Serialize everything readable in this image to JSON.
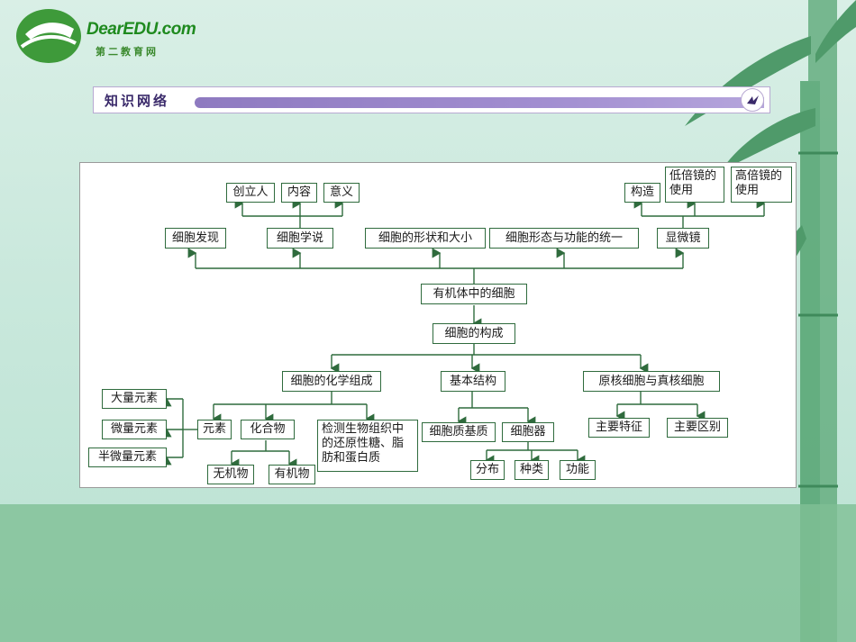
{
  "logo": {
    "text": "DearEDU.com",
    "subtitle": "第二教育网"
  },
  "banner": {
    "title": "知识网络"
  },
  "colors": {
    "line": "#2f6b3d",
    "banner_bar": "#9a86cc",
    "bamboo": "#4f9a6a"
  },
  "diagram": {
    "top": {
      "creator": "创立人",
      "content": "内容",
      "meaning": "意义",
      "structure": "构造",
      "low_power": "低倍镜的\n使用",
      "high_power": "高倍镜的\n使用",
      "discovery": "细胞发现",
      "theory": "细胞学说",
      "shape_size": "细胞的形状和大小",
      "unity": "细胞形态与功能的统一",
      "microscope": "显微镜"
    },
    "center": {
      "organism": "有机体中的细胞",
      "composition": "细胞的构成"
    },
    "bottom": {
      "chemistry": "细胞的化学组成",
      "basic_structure": "基本结构",
      "pro_eu": "原核细胞与真核细胞",
      "macro": "大量元素",
      "micro": "微量元素",
      "semi_micro": "半微量元素",
      "elements": "元素",
      "compounds": "化合物",
      "detection": "检测生物组织中的还原性糖、脂肪和蛋白质",
      "inorganic": "无机物",
      "organic": "有机物",
      "cytoplasm": "细胞质基质",
      "organelle": "细胞器",
      "distribution": "分布",
      "types": "种类",
      "function": "功能",
      "main_features": "主要特征",
      "main_difference": "主要区别"
    }
  }
}
